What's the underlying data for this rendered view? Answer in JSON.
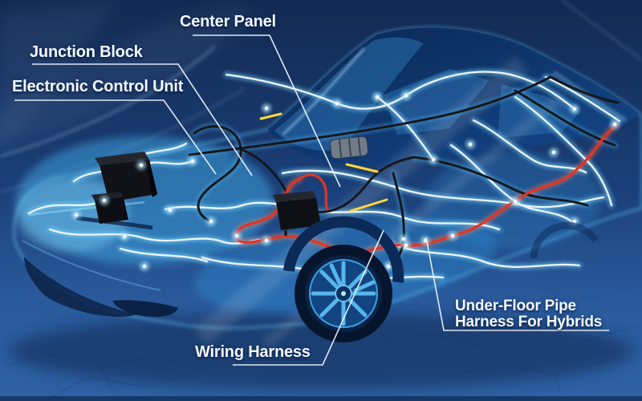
{
  "labels": {
    "center_panel": "Center Panel",
    "junction_block": "Junction Block",
    "electronic_control_unit": "Electronic Control Unit",
    "wiring_harness": "Wiring Harness",
    "under_floor_pipe_line1": "Under-Floor Pipe",
    "under_floor_pipe_line2": "Harness For Hybrids"
  },
  "colors": {
    "background_top": "#122a52",
    "background_bottom": "#2e62a4",
    "car_body_blue": "#1a6fc2",
    "car_glow_cyan": "#63c8f8",
    "wire_white": "#edf4fb",
    "wire_black": "#15171c",
    "wire_red": "#e23420",
    "wire_yellow": "#ffd83a",
    "label_text": "#f5f9fd"
  }
}
